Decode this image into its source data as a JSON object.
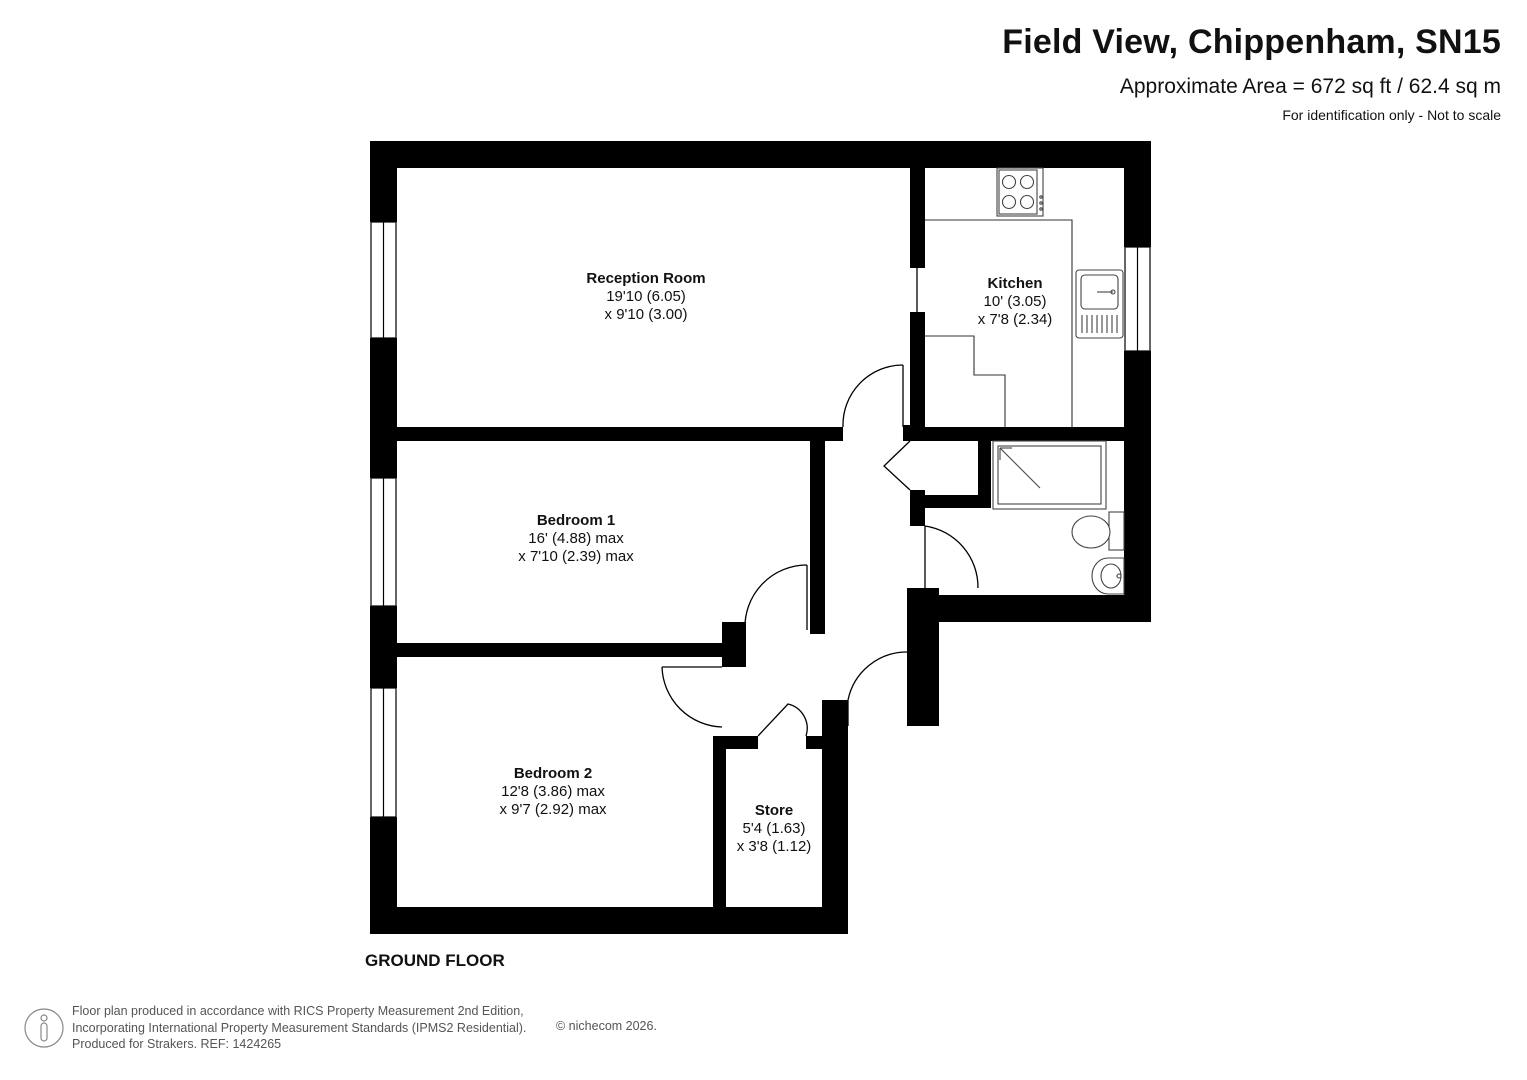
{
  "header": {
    "title": "Field View, Chippenham, SN15",
    "area": "Approximate Area = 672 sq ft / 62.4 sq m",
    "note": "For identification only - Not to scale"
  },
  "rooms": {
    "reception": {
      "name": "Reception Room",
      "dim1": "19'10 (6.05)",
      "dim2": "x 9'10 (3.00)"
    },
    "kitchen": {
      "name": "Kitchen",
      "dim1": "10' (3.05)",
      "dim2": "x 7'8 (2.34)"
    },
    "bedroom1": {
      "name": "Bedroom 1",
      "dim1": "16' (4.88) max",
      "dim2": "x 7'10 (2.39) max"
    },
    "bedroom2": {
      "name": "Bedroom 2",
      "dim1": "12'8 (3.86) max",
      "dim2": "x 9'7 (2.92) max"
    },
    "store": {
      "name": "Store",
      "dim1": "5'4 (1.63)",
      "dim2": "x 3'8 (1.12)"
    }
  },
  "floor_label": "GROUND FLOOR",
  "footer": {
    "line1": "Floor plan produced in accordance with RICS Property Measurement 2nd Edition,",
    "line2": "Incorporating International Property Measurement Standards (IPMS2 Residential).",
    "line3": "Produced for Strakers.    REF: 1424265",
    "brand": "© nichecom 2026."
  },
  "colors": {
    "wall": "#000000",
    "fixture": "#555555",
    "background": "#ffffff"
  },
  "icons": [
    "person-icon",
    "hob-icon",
    "sink-icon",
    "shower-icon",
    "toilet-icon",
    "basin-icon"
  ]
}
